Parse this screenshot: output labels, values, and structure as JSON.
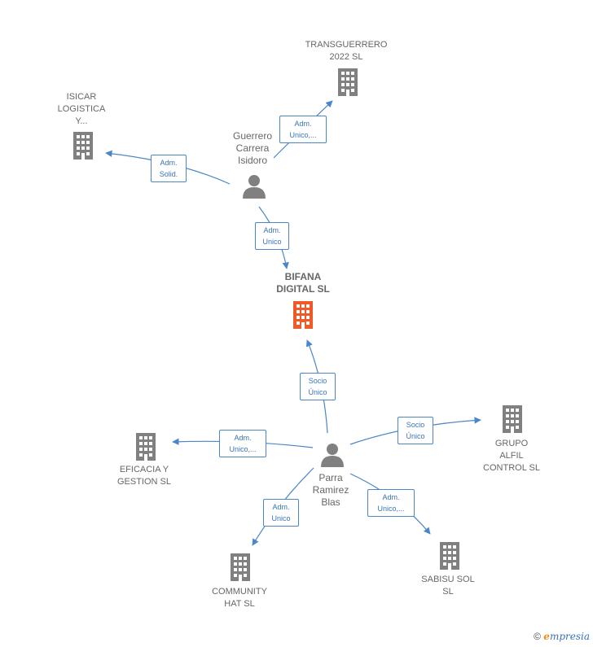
{
  "nodes": {
    "transguerrero": {
      "label": "TRANSGUERRERO\n2022  SL",
      "icon": "building-icon"
    },
    "isicar": {
      "label": "ISICAR\nLOGISTICA\nY...",
      "icon": "building-icon"
    },
    "guerrero": {
      "label": "Guerrero\nCarrera\nIsidoro",
      "icon": "person-icon"
    },
    "bifana": {
      "label": "BIFANA\nDIGITAL  SL",
      "icon": "building-icon-highlight"
    },
    "eficacia": {
      "label": "EFICACIA Y\nGESTION  SL",
      "icon": "building-icon"
    },
    "grupo": {
      "label": "GRUPO\nALFIL\nCONTROL  SL",
      "icon": "building-icon"
    },
    "parra": {
      "label": "Parra\nRamirez\nBlas",
      "icon": "person-icon"
    },
    "community": {
      "label": "COMMUNITY\nHAT  SL",
      "icon": "building-icon"
    },
    "sabisu": {
      "label": "SABISU SOL\nSL",
      "icon": "building-icon"
    }
  },
  "edges": {
    "guerrero_transguerrero": "Adm.\nUnico,...",
    "guerrero_isicar": "Adm.\nSolid.",
    "guerrero_bifana": "Adm.\nUnico",
    "parra_bifana": "Socio\nÚnico",
    "parra_grupo": "Socio\nÚnico",
    "parra_eficacia": "Adm.\nUnico,...",
    "parra_community": "Adm.\nUnico",
    "parra_sabisu": "Adm.\nUnico,..."
  },
  "brand": {
    "copyright": "©",
    "e": "e",
    "rest": "mpresia"
  },
  "colors": {
    "edge": "#4a86c8",
    "building": "#808080",
    "highlight": "#f05a28",
    "person": "#808080"
  }
}
